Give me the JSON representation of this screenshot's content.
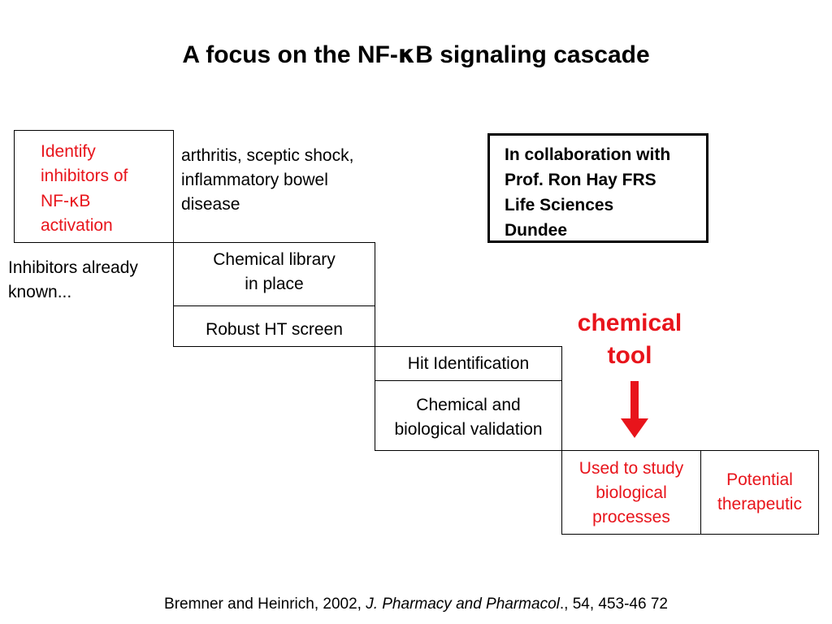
{
  "title": {
    "prefix": "A focus on the NF-",
    "kappa": "κ",
    "suffix": "B signaling cascade"
  },
  "steps": {
    "identify": {
      "line1": "Identify",
      "line2": "inhibitors of",
      "line3_prefix": "NF-",
      "line3_kappa": "κ",
      "line3_suffix": "B",
      "line4": "activation"
    },
    "diseases": [
      "arthritis, sceptic shock,",
      "inflammatory bowel",
      "disease"
    ],
    "inhibitors_known": [
      "Inhibitors already",
      "known..."
    ],
    "chemical_library": [
      "Chemical library",
      "in place"
    ],
    "robust_screen": "Robust HT screen",
    "hit_identification": "Hit Identification",
    "validation": [
      "Chemical and",
      "biological validation"
    ],
    "used_to_study": [
      "Used to study",
      "biological",
      "processes"
    ],
    "potential_therapeutic": [
      "Potential",
      "therapeutic"
    ]
  },
  "collaboration": [
    "In collaboration with",
    "Prof. Ron Hay FRS",
    "Life Sciences",
    "Dundee"
  ],
  "chemical_tool": [
    "chemical",
    "tool"
  ],
  "citation": {
    "authors": "Bremner and Heinrich, 2002, ",
    "journal": "J. Pharmacy and Pharmacol",
    "details": "., 54, 453-46 72"
  },
  "colors": {
    "accent_red": "#e8141b",
    "text": "#000000",
    "background": "#ffffff"
  }
}
